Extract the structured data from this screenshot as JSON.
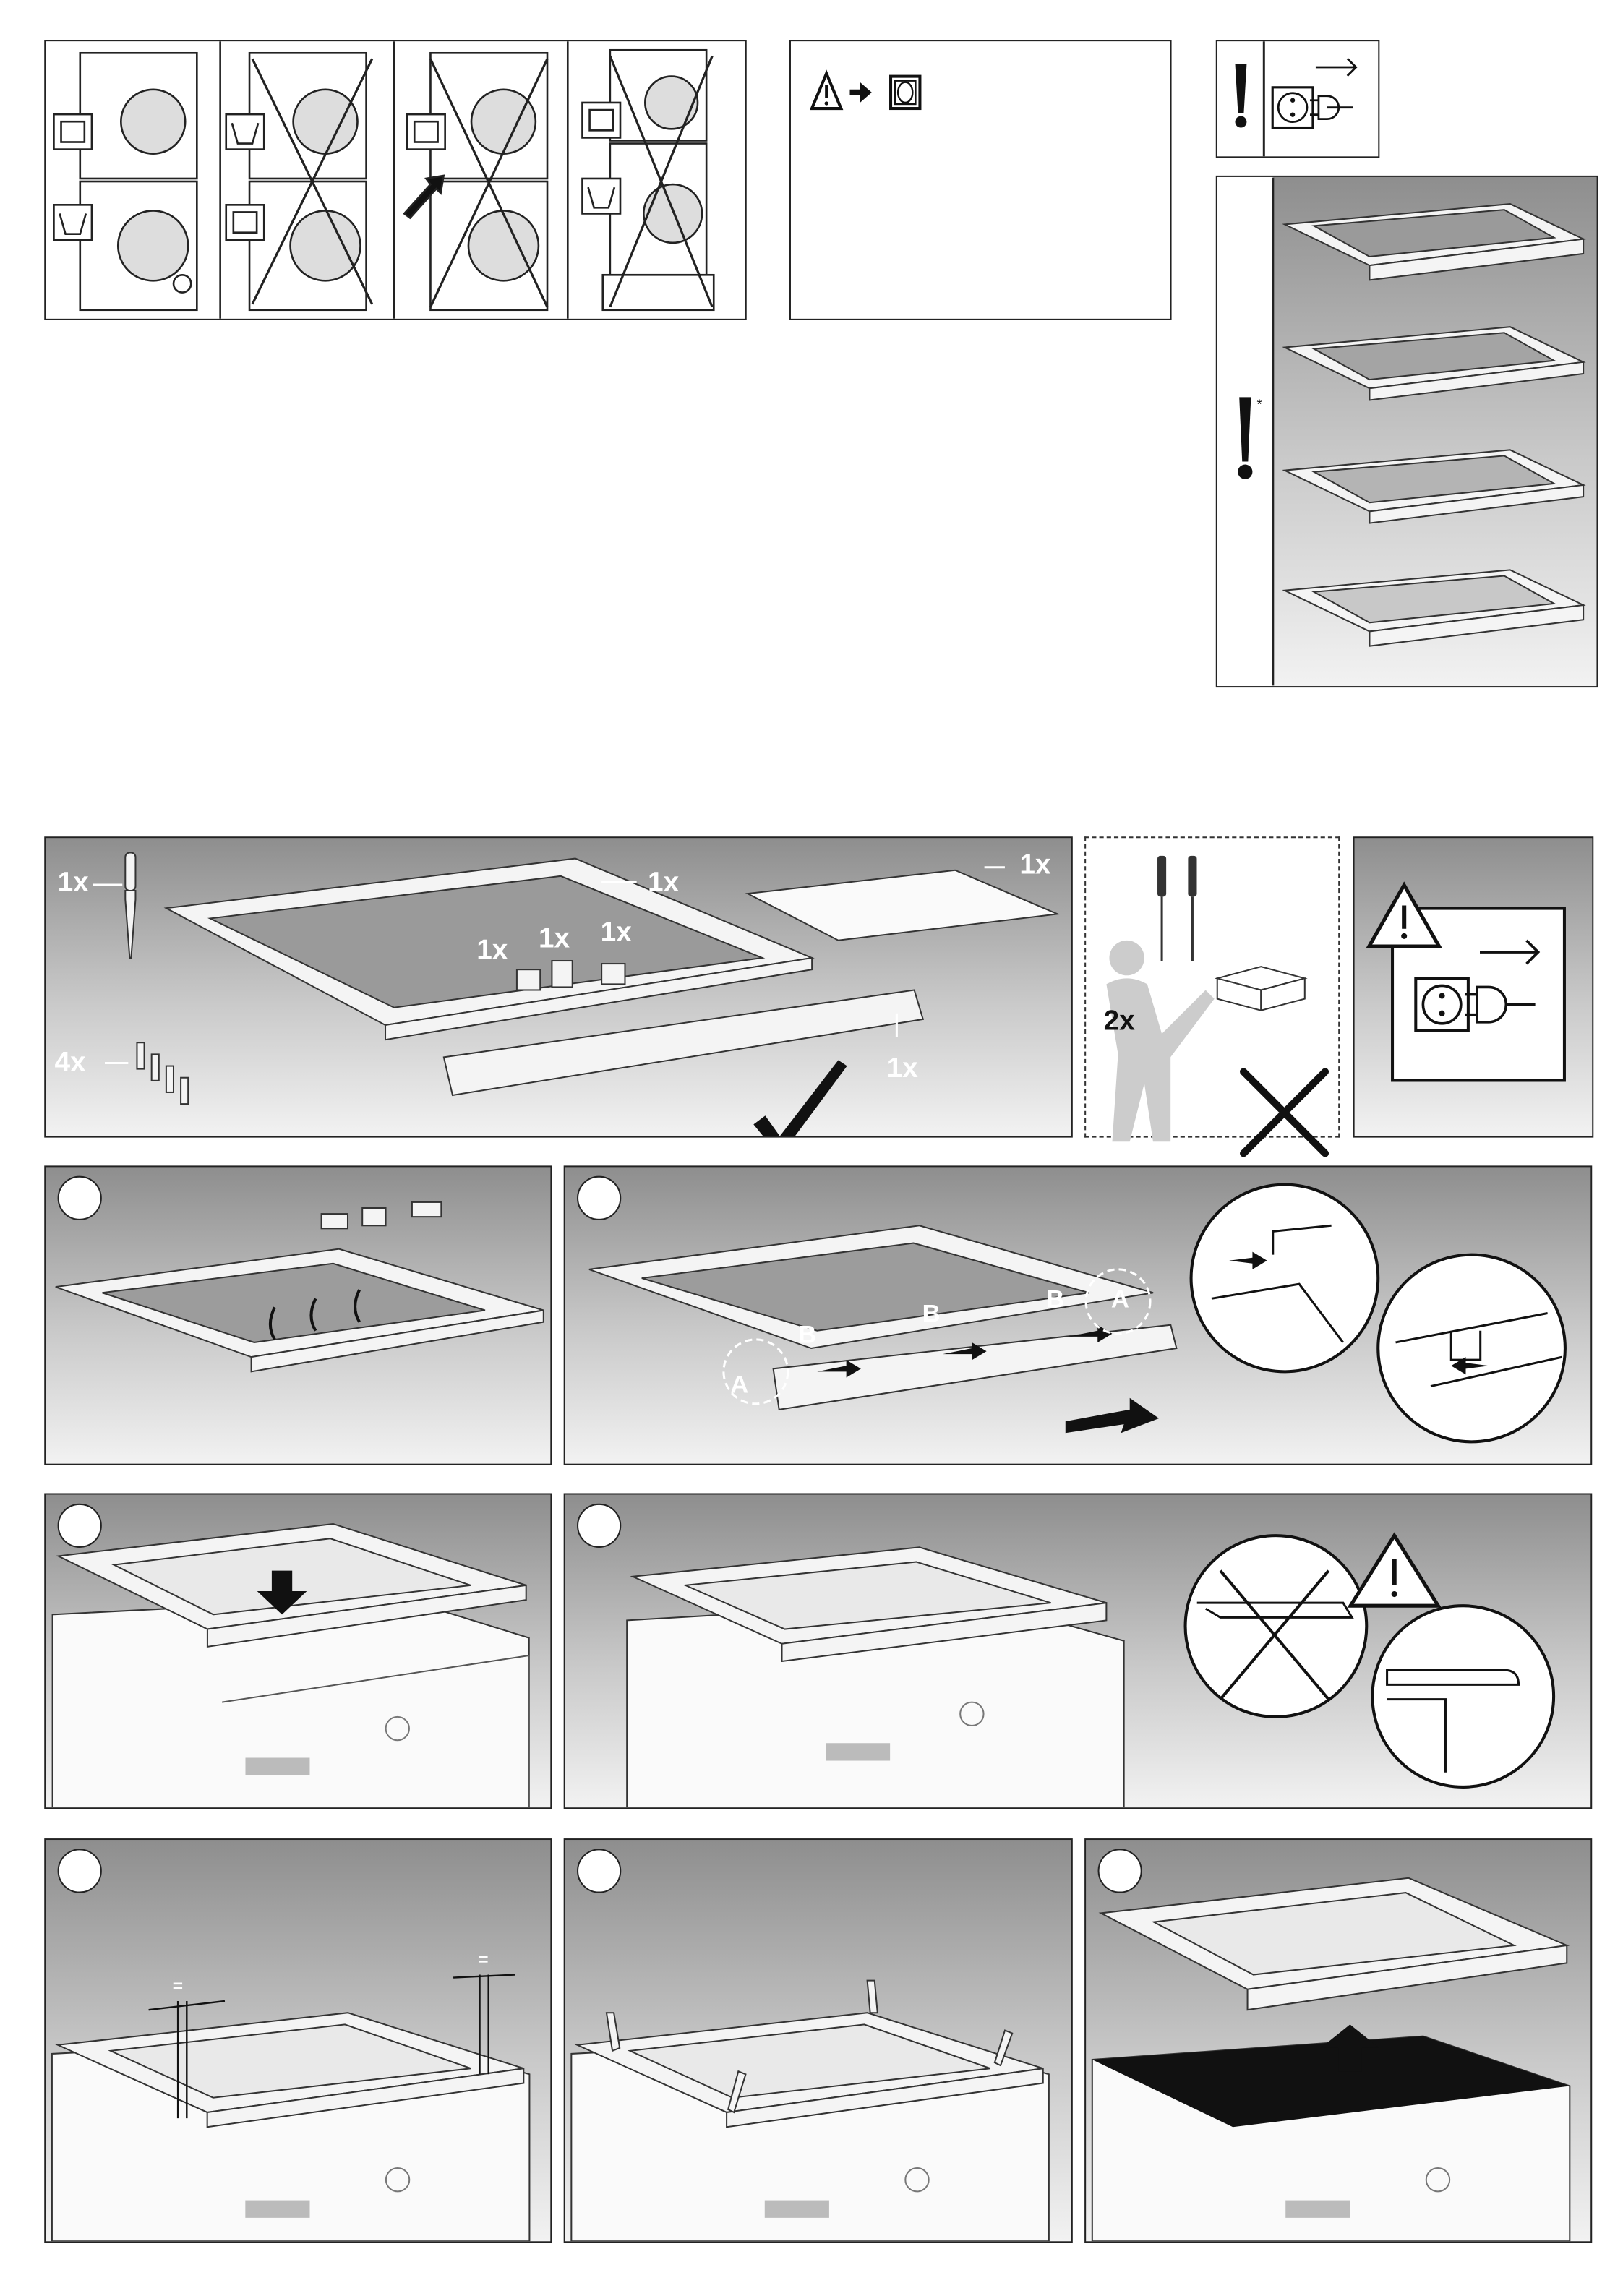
{
  "parts": {
    "bolt_qty": "1x",
    "frame_qty": "1x",
    "manual_qty": "1x",
    "clip1_qty": "1x",
    "clip2_qty": "1x",
    "clip3_qty": "1x",
    "cover_qty": "1x",
    "screws_qty": "4x"
  },
  "tools": {
    "persons_qty": "2x"
  },
  "step2": {
    "label_a1": "A",
    "label_a2": "A",
    "label_b1": "B",
    "label_b2": "B",
    "label_b3": "B"
  },
  "step5": {
    "equal1": "=",
    "equal2": "="
  },
  "colors": {
    "panel_top": "#8e8e8e",
    "panel_bottom": "#f2f2f2",
    "line": "#222222"
  }
}
